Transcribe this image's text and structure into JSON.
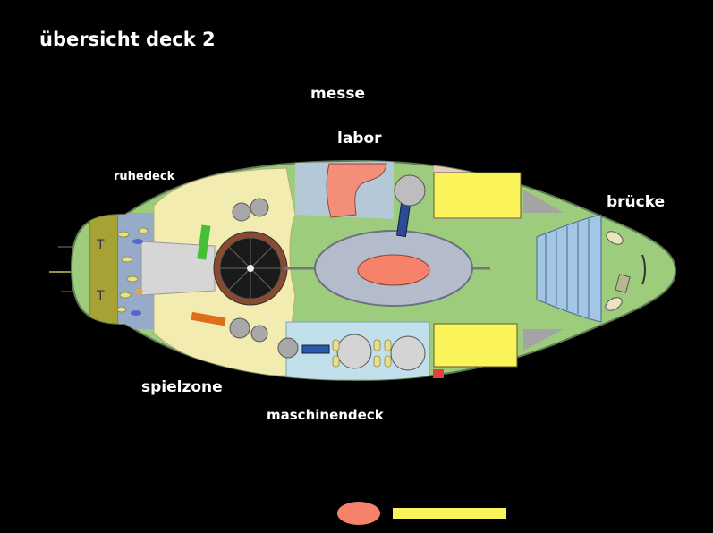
{
  "title": "übersicht deck 2",
  "labels": {
    "messe": "messe",
    "labor": "labor",
    "ruhedeck": "ruhedeck",
    "bruecke": "brücke",
    "spielzone": "spielzone",
    "maschinendeck": "maschinendeck"
  },
  "colors": {
    "background": "#000000",
    "hull_green": "#9ccc7c",
    "play_zone": "#f3ecb0",
    "engine_blue": "#c2e0ec",
    "mess_blue": "#b4c8d8",
    "lab_red": "#f28e7a",
    "yellow": "#fbf35a",
    "salmon": "#f6826c",
    "olive": "#a6a233",
    "stair_blue": "#a2c6e4"
  },
  "legend": {
    "oval_color": "#f6826c",
    "bar_color": "#fbf35a"
  }
}
